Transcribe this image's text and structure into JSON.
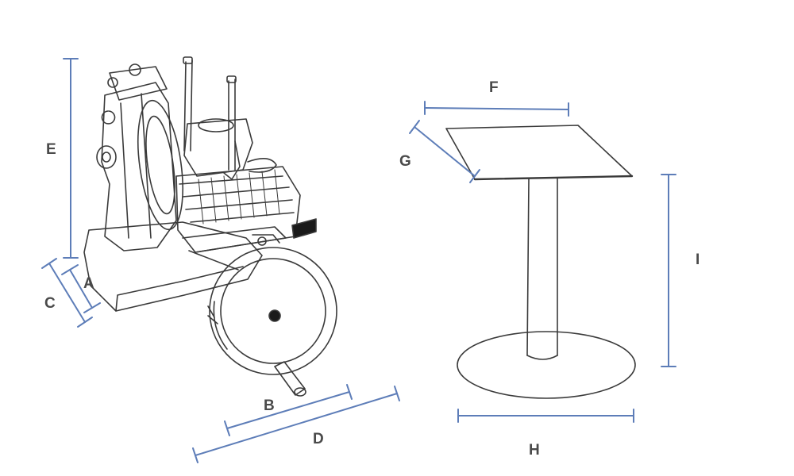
{
  "dimension_labels": {
    "a": "A",
    "b": "B",
    "c": "C",
    "d": "D",
    "e": "E",
    "f": "F",
    "g": "G",
    "h": "H",
    "i": "I"
  },
  "colors": {
    "dimension_line": "#5d7db8",
    "drawing_line": "#3a3a3a",
    "background": "#ffffff",
    "label_text": "#4a4a4a"
  }
}
